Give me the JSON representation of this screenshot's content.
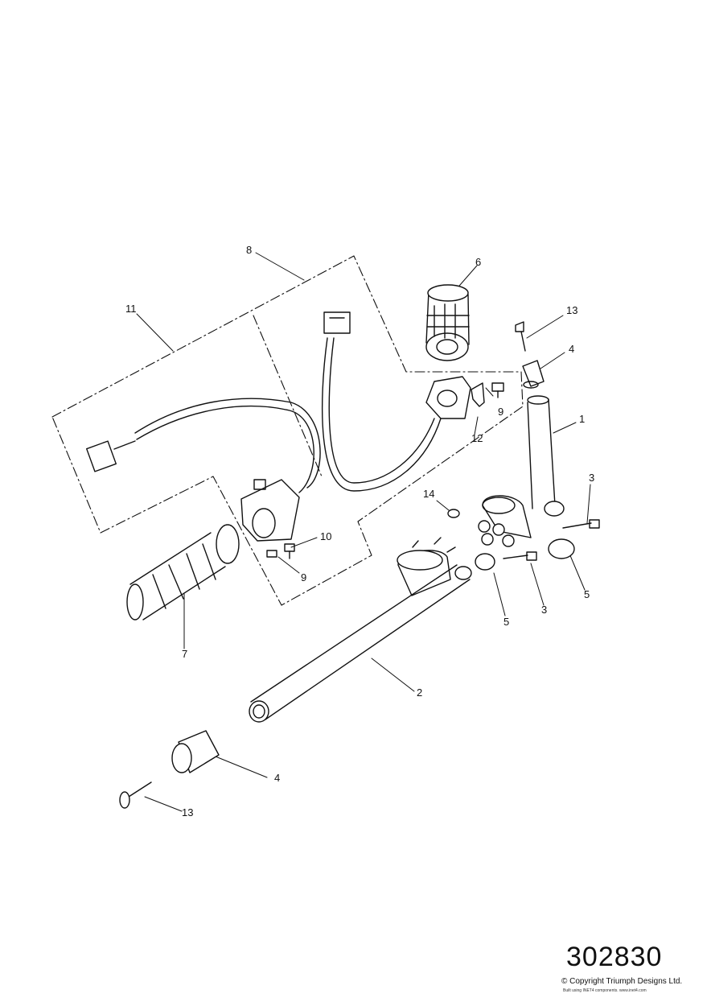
{
  "callouts": {
    "c1": "1",
    "c2": "2",
    "c3a": "3",
    "c3b": "3",
    "c4a": "4",
    "c4b": "4",
    "c5a": "5",
    "c5b": "5",
    "c6": "6",
    "c7": "7",
    "c8": "8",
    "c9a": "9",
    "c9b": "9",
    "c10": "10",
    "c11": "11",
    "c12": "12",
    "c13a": "13",
    "c13b": "13",
    "c14": "14"
  },
  "footer": {
    "reference_number": "302830",
    "copyright": "© Copyright Triumph Designs Ltd.",
    "small_print": "Built using INET4 components. www.inet4.com"
  }
}
